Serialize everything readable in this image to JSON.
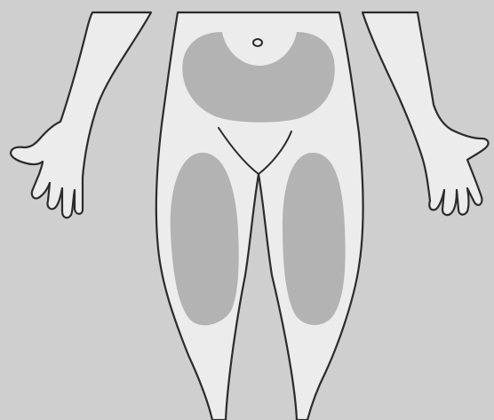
{
  "figure": {
    "background_color": "#cfcfcf",
    "body_fill_color": "#ececec",
    "outline_color": "#2b2b2b",
    "zone_color": "#b3b3b3",
    "regions": [
      "abdomen",
      "left-thigh",
      "right-thigh"
    ]
  }
}
